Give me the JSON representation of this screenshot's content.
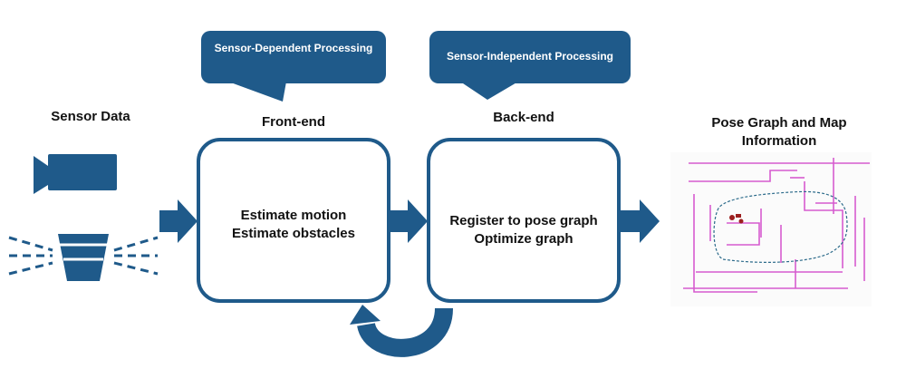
{
  "labels": {
    "sensor_data": "Sensor Data",
    "front_end": "Front-end",
    "back_end": "Back-end",
    "pose_graph": "Pose Graph and Map Information"
  },
  "callouts": {
    "sensor_dependent": "Sensor-Dependent Processing",
    "sensor_independent": "Sensor-Independent Processing"
  },
  "boxes": {
    "front_end_lines": [
      "Estimate motion",
      "Estimate obstacles"
    ],
    "back_end_lines": [
      "Register to pose graph",
      "Optimize graph"
    ]
  },
  "icons": {
    "camera": "video-camera-icon",
    "lidar": "lidar-sensor-icon",
    "map": "pose-graph-map-image"
  },
  "colors": {
    "primary": "#1f5a8a",
    "box_border": "#1f5a8a",
    "map_magenta": "#d040c8"
  }
}
